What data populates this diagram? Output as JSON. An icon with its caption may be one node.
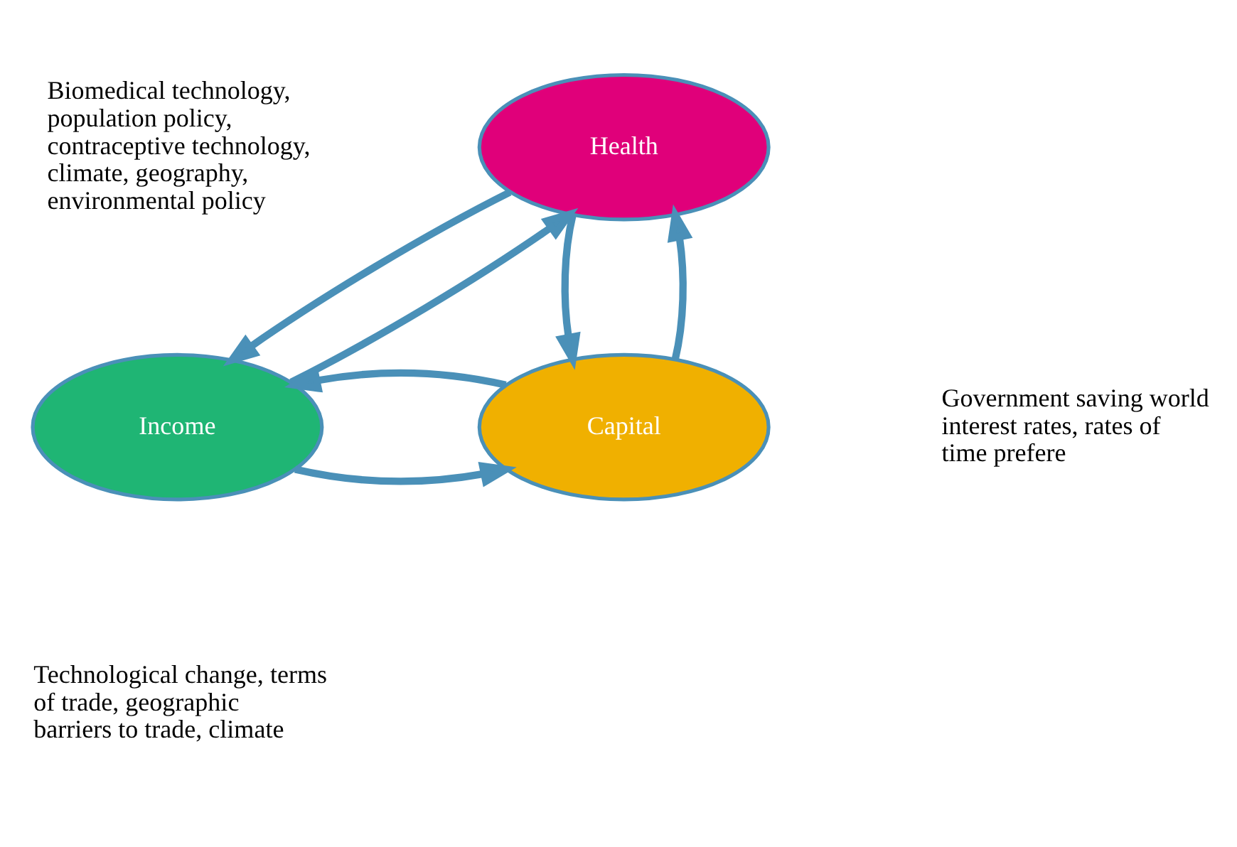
{
  "diagram": {
    "nodes": [
      {
        "text": [
          "Health"
        ]
      },
      {
        "text": [
          "Income"
        ]
      },
      {
        "text": [
          "Capital"
        ]
      }
    ],
    "edges": [
      {
        "from": 1,
        "to": 0,
        "arrow": "to"
      },
      {
        "from": 0,
        "to": 1,
        "arrow": "to"
      },
      {
        "from": 0,
        "to": 2,
        "arrow": "to"
      },
      {
        "from": 2,
        "to": 0,
        "arrow": "to"
      },
      {
        "from": 1,
        "to": 2,
        "arrow": "to"
      },
      {
        "from": 2,
        "to": 1,
        "arrow": "to"
      }
    ],
    "labels": [
      "Biomedical technology, population policy, contraceptive technology, climate, geography, environmental policy",
      "Government saving world interest rates, rates of time prefere",
      "Technological change, terms of trade, geographic barriers to trade, climate"
    ]
  }
}
